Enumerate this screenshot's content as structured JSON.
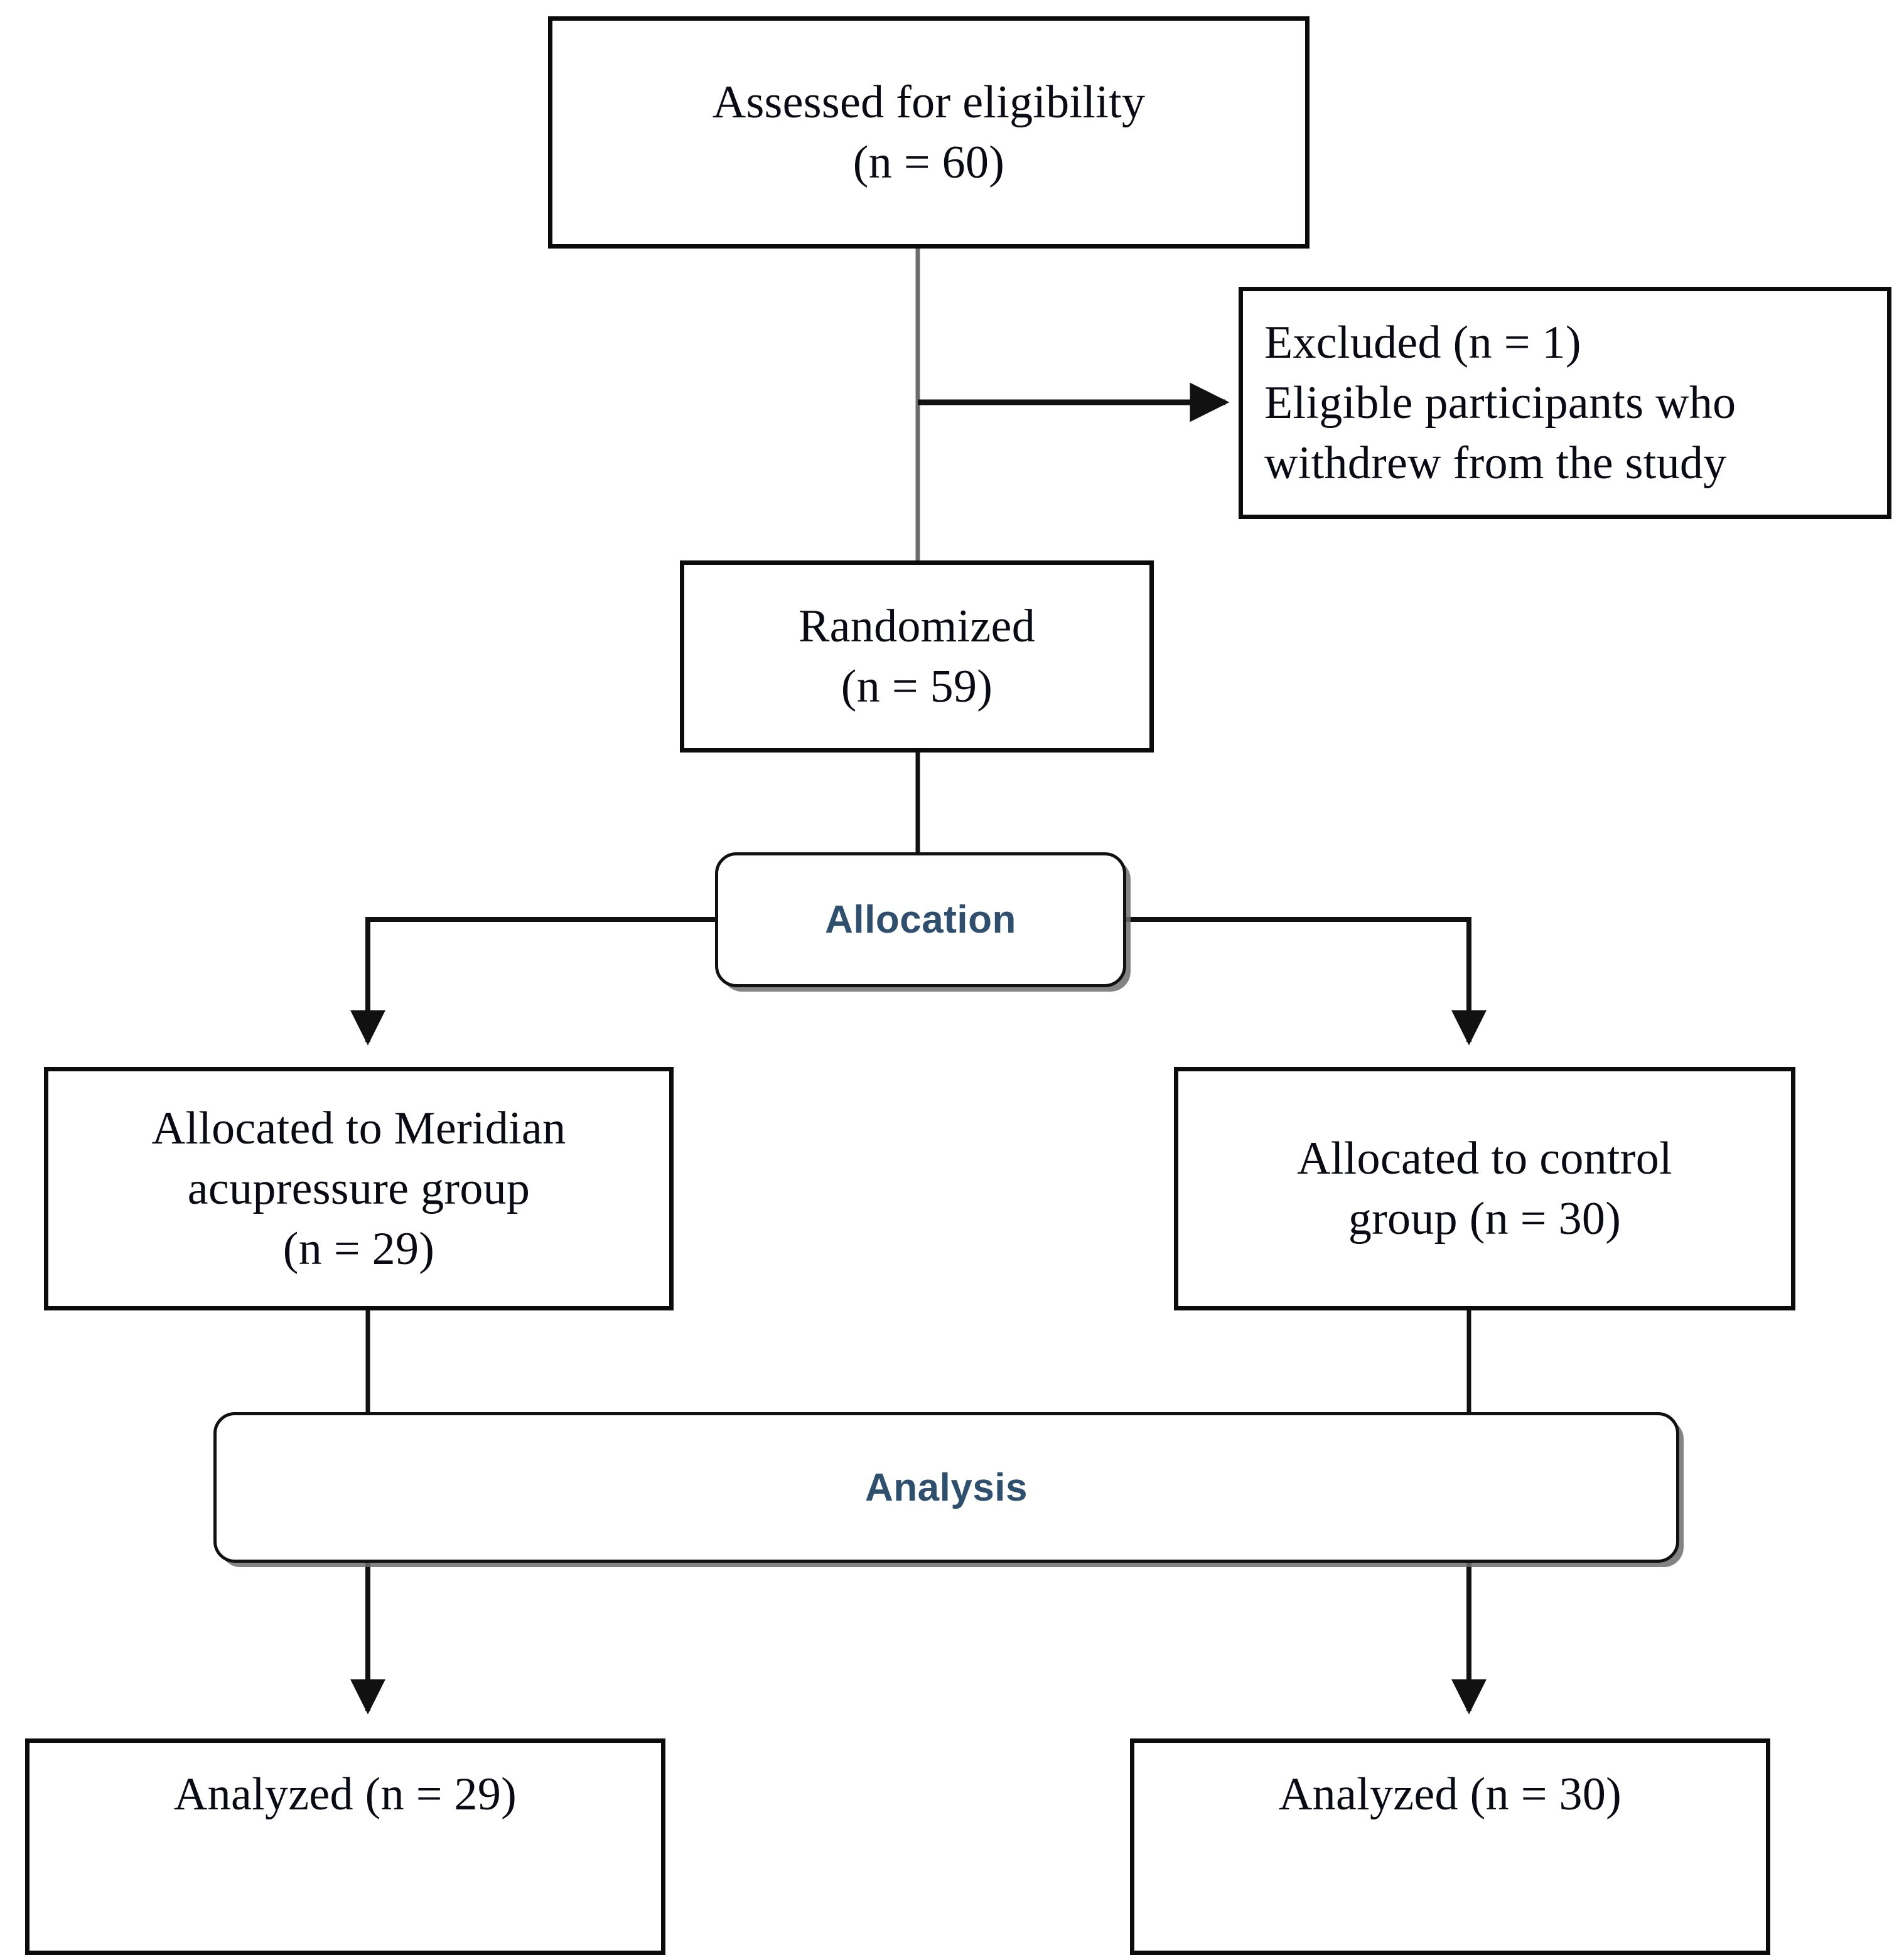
{
  "diagram": {
    "type": "consort-flow-diagram",
    "title": "CONSORT participant flow diagram",
    "colors": {
      "box_border": "#0b0b0b",
      "stage_border": "#111111",
      "stage_text": "#2f4f6f",
      "body_text": "#0a0a14",
      "background": "#ffffff",
      "connector": "#111111"
    },
    "nodes": {
      "assessed": {
        "name": "Assessed for eligibility",
        "lines": [
          "Assessed for eligibility",
          "(n = 60)"
        ],
        "n": 60
      },
      "excluded": {
        "name": "Excluded",
        "lines": [
          "Excluded (n = 1)",
          "Eligible participants who",
          "withdrew from the study"
        ],
        "n": 1,
        "reason": "Eligible participants who withdrew from the study"
      },
      "randomized": {
        "name": "Randomized",
        "lines": [
          "Randomized",
          "(n = 59)"
        ],
        "n": 59
      },
      "allocation_stage": {
        "label": "Allocation"
      },
      "allocated_intervention": {
        "name": "Allocated to Meridian acupressure group",
        "lines": [
          "Allocated to Meridian",
          "acupressure group",
          "(n = 29)"
        ],
        "n": 29
      },
      "allocated_control": {
        "name": "Allocated to control group",
        "lines": [
          "Allocated to control",
          "group (n = 30)"
        ],
        "n": 30
      },
      "analysis_stage": {
        "label": "Analysis"
      },
      "analyzed_intervention": {
        "name": "Analyzed intervention",
        "lines": [
          "Analyzed (n = 29)"
        ],
        "n": 29
      },
      "analyzed_control": {
        "name": "Analyzed control",
        "lines": [
          "Analyzed (n = 30)"
        ],
        "n": 30
      }
    },
    "edges": [
      {
        "from": "assessed",
        "to": "randomized",
        "style": "line"
      },
      {
        "from": "assessed",
        "to": "excluded",
        "style": "arrow-right"
      },
      {
        "from": "randomized",
        "to": "allocation_stage",
        "style": "line"
      },
      {
        "from": "allocation_stage",
        "to": "allocated_intervention",
        "style": "arrow-down"
      },
      {
        "from": "allocation_stage",
        "to": "allocated_control",
        "style": "arrow-down"
      },
      {
        "from": "allocated_intervention",
        "to": "analysis_stage",
        "style": "line"
      },
      {
        "from": "allocated_control",
        "to": "analysis_stage",
        "style": "line"
      },
      {
        "from": "analysis_stage",
        "to": "analyzed_intervention",
        "style": "arrow-down"
      },
      {
        "from": "analysis_stage",
        "to": "analyzed_control",
        "style": "arrow-down"
      }
    ]
  }
}
